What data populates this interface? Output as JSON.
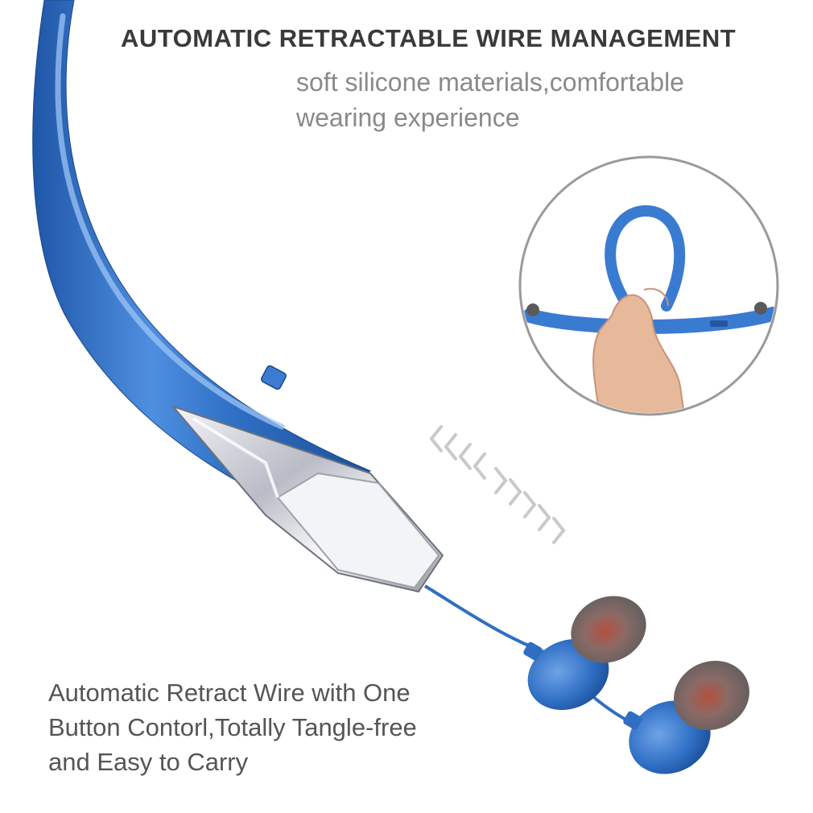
{
  "headline": "AUTOMATIC RETRACTABLE WIRE MANAGEMENT",
  "subline": {
    "line1": "soft silicone materials,comfortable",
    "line2": "wearing experience"
  },
  "caption": {
    "line1": "Automatic Retract Wire with One",
    "line2": "Button Contorl,Totally Tangle-free",
    "line3": "and Easy to Carry"
  },
  "colors": {
    "band_blue": "#2f6fc4",
    "band_highlight": "#7fb2ee",
    "wire_blue": "#2e6fc2",
    "eartip_grey": "#6c6c6c",
    "headline_text": "#3a3a3a",
    "subline_text": "#8a8a8a",
    "caption_text": "#555555"
  }
}
